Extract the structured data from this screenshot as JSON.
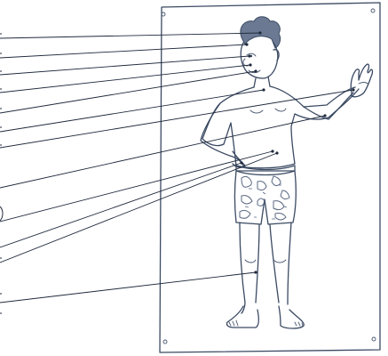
{
  "diagram": {
    "colors": {
      "ink": "#3b4a63",
      "leader": "#1f2a3d",
      "hair": "#6b7a92",
      "shorts_pattern": "#5a6882",
      "background": "#ffffff"
    },
    "icons": [
      "poster-board",
      "boy-figure",
      "swim-shorts",
      "leader-lines"
    ]
  }
}
